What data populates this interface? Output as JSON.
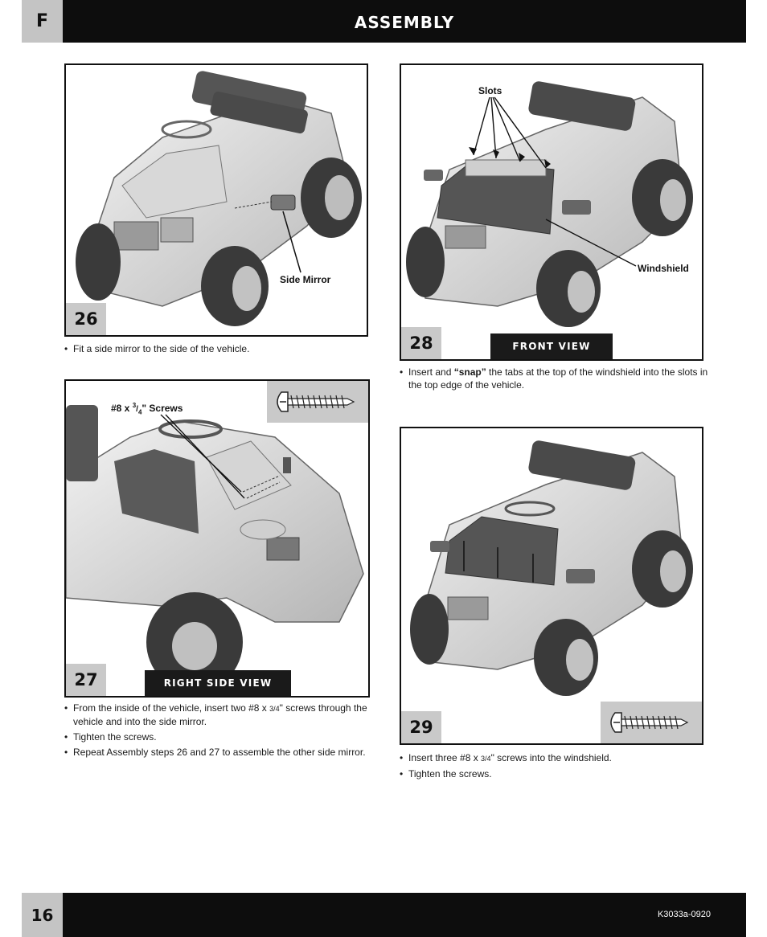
{
  "header": {
    "section_letter": "F",
    "title": "ASSEMBLY"
  },
  "footer": {
    "page_number": "16",
    "doc_code": "K3033a-0920"
  },
  "colors": {
    "bar": "#0d0d0d",
    "tab": "#c4c4c4",
    "step_box": "#c9c9c9"
  },
  "steps": {
    "s26": {
      "number": "26",
      "callout": "Side Mirror",
      "bullets": [
        "Fit a side mirror to the side of the vehicle."
      ]
    },
    "s27": {
      "number": "27",
      "view_label": "RIGHT SIDE VIEW",
      "callout_a": "#8 x ",
      "callout_sup": "3",
      "callout_sub": "4",
      "callout_b": "\" Screws",
      "bullet1_a": "From the inside of the vehicle, insert two #8 x ",
      "bullet1_frac": "3/4",
      "bullet1_b": "\" screws through the vehicle and into the side mirror.",
      "bullet2": "Tighten the screws.",
      "bullet3": "Repeat Assembly steps 26 and 27 to assemble the other side mirror."
    },
    "s28": {
      "number": "28",
      "view_label": "FRONT VIEW",
      "callout_slots": "Slots",
      "callout_windshield": "Windshield",
      "bullet1_a": "Insert and ",
      "bullet1_em": "“snap”",
      "bullet1_b": " the tabs at the top of the windshield into the slots in the top edge of the vehicle."
    },
    "s29": {
      "number": "29",
      "bullet1_a": "Insert three #8 x ",
      "bullet1_frac": "3/4",
      "bullet1_b": "\" screws into the windshield.",
      "bullet2": "Tighten the screws."
    }
  }
}
